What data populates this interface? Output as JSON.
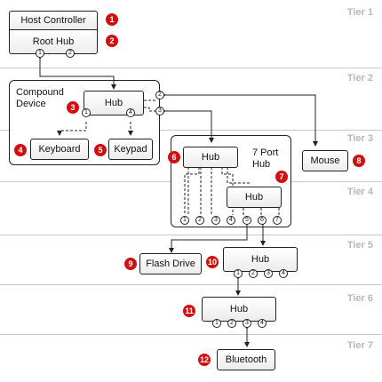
{
  "tiers": [
    "Tier 1",
    "Tier 2",
    "Tier 3",
    "Tier 4",
    "Tier 5",
    "Tier 6",
    "Tier 7"
  ],
  "host": {
    "controller": "Host Controller",
    "root_hub": "Root Hub",
    "ports": [
      "1",
      "2"
    ]
  },
  "compound": {
    "label": "Compound\nDevice",
    "hub": "Hub",
    "hub_ports": [
      "1",
      "4"
    ],
    "side_ports": [
      "2",
      "3"
    ],
    "keyboard": "Keyboard",
    "keypad": "Keypad"
  },
  "seven_port": {
    "label": "7 Port\nHub",
    "top_hub": "Hub",
    "inner_hub": "Hub",
    "ports": [
      "1",
      "2",
      "3",
      "4",
      "5",
      "6",
      "7"
    ]
  },
  "mouse": "Mouse",
  "flash_drive": "Flash Drive",
  "hub_tier5": {
    "label": "Hub",
    "ports": [
      "1",
      "2",
      "3",
      "4"
    ]
  },
  "hub_tier6": {
    "label": "Hub",
    "ports": [
      "1",
      "2",
      "3",
      "4"
    ]
  },
  "bluetooth": "Bluetooth",
  "badges": [
    "1",
    "2",
    "3",
    "4",
    "5",
    "6",
    "7",
    "8",
    "9",
    "10",
    "11",
    "12"
  ],
  "colors": {
    "badge": "#d01010",
    "line": "#222222",
    "tier_text": "#b8b8b8"
  }
}
